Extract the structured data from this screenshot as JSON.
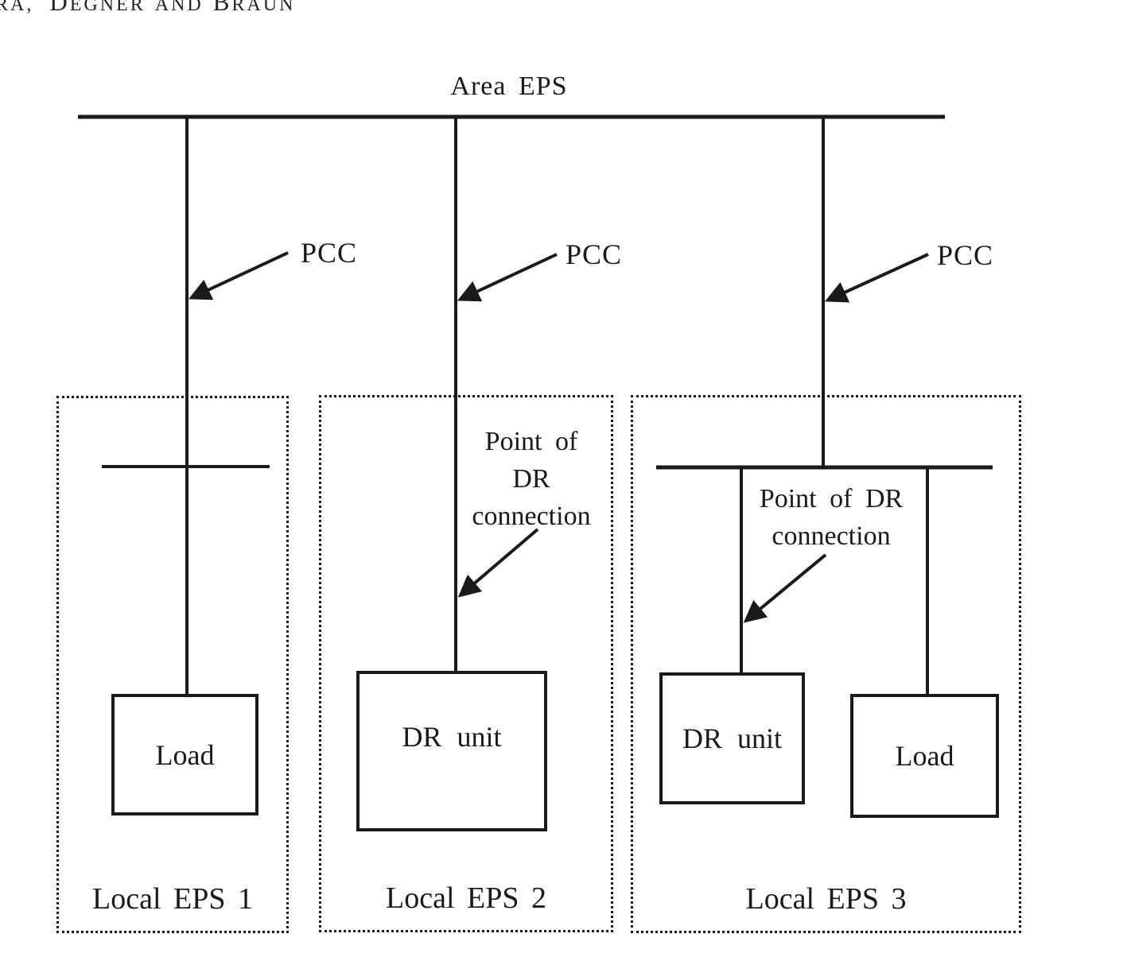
{
  "colors": {
    "ink": "#1a1a1a",
    "background": "#ffffff"
  },
  "running_head": {
    "part1": "RA,",
    "part2": "D",
    "part3": "EGNER",
    "part4": "AND",
    "part5": "B",
    "part6": "RAUN"
  },
  "diagram": {
    "title": "Area EPS",
    "pcc_labels": [
      "PCC",
      "PCC",
      "PCC"
    ],
    "eps1": {
      "name": "Local EPS 1",
      "load_label": "Load"
    },
    "eps2": {
      "name": "Local EPS 2",
      "dr_label": "DR unit",
      "annotation": {
        "line1": "Point of",
        "line2": "DR",
        "line3": "connection"
      }
    },
    "eps3": {
      "name": "Local EPS 3",
      "dr_label": "DR unit",
      "load_label": "Load",
      "annotation": {
        "line1": "Point of DR",
        "line2": "connection"
      }
    }
  }
}
